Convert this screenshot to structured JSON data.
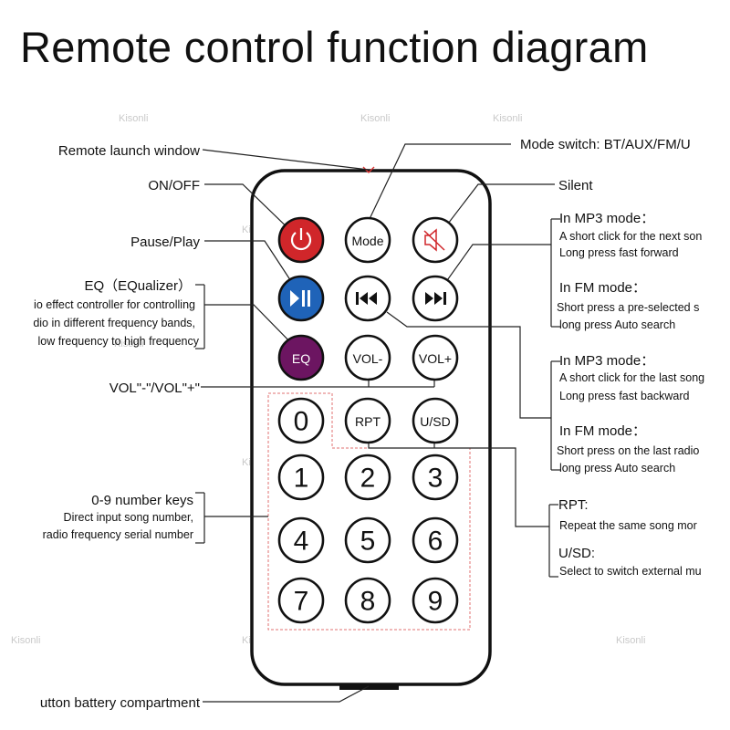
{
  "title": "Remote control function diagram",
  "colors": {
    "power": "#d0262a",
    "pause_play": "#1f63b8",
    "eq": "#6c1561",
    "button_face": "#ffffff",
    "outline": "#111111"
  },
  "watermark": "Kisonli",
  "buttons": {
    "power": "power-icon",
    "mode": "Mode",
    "mute": "speaker-muted-icon",
    "pause_play": "play-pause-icon",
    "prev": "previous-track-icon",
    "next": "next-track-icon",
    "eq": "EQ",
    "vol_minus": "VOL-",
    "vol_plus": "VOL+",
    "num0": "0",
    "rpt": "RPT",
    "usd": "U/SD",
    "num1": "1",
    "num2": "2",
    "num3": "3",
    "num4": "4",
    "num5": "5",
    "num6": "6",
    "num7": "7",
    "num8": "8",
    "num9": "9"
  },
  "labels": {
    "remote_window": "Remote launch window",
    "on_off": "ON/OFF",
    "pause_play": "Pause/Play",
    "eq_title": "EQ（EQualizer）",
    "eq_line1": "io effect controller for controlling",
    "eq_line2": "dio in different frequency bands,",
    "eq_line3": "low frequency to high frequency",
    "vol": "VOL\"-\"/VOL\"+\"",
    "number_keys": "0-9 number keys",
    "number_keys_line1": "Direct input song number,",
    "number_keys_line2": "radio frequency serial number",
    "battery": "utton battery compartment",
    "mode_switch": "Mode switch: BT/AUX/FM/U",
    "silent": "Silent",
    "next_mp3_head": "In MP3 mode：",
    "next_mp3_line1": "A short click for the next son",
    "next_mp3_line2": "Long press fast forward",
    "next_fm_head": "In FM mode：",
    "next_fm_line1": "Short press a pre-selected s",
    "next_fm_line2": "long press Auto search",
    "prev_mp3_head": "In MP3 mode：",
    "prev_mp3_line1": "A short click for the last song",
    "prev_mp3_line2": "Long press fast backward",
    "prev_fm_head": "In FM mode：",
    "prev_fm_line1": "Short press on the last radio",
    "prev_fm_line2": "long press Auto search",
    "rpt_head": "RPT:",
    "rpt_line1": "Repeat the same song mor",
    "usd_head": "U/SD:",
    "usd_line1": "Select to switch external mu"
  }
}
